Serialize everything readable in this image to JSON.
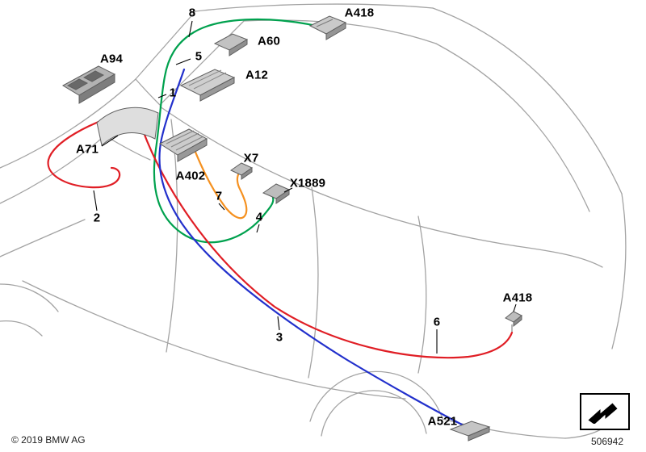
{
  "diagram": {
    "copyright": "© 2019 BMW AG",
    "part_number": "506942",
    "labels": {
      "a418_top": "A418",
      "a60": "A60",
      "a12": "A12",
      "a94": "A94",
      "a71": "A71",
      "a402": "A402",
      "x7": "X7",
      "x1889": "X1889",
      "a418_rear": "A418",
      "a521": "A521"
    },
    "callouts": {
      "c1": "1",
      "c2": "2",
      "c3": "3",
      "c4": "4",
      "c5": "5",
      "c6": "6",
      "c7": "7",
      "c8": "8"
    },
    "wire_colors": {
      "green": "#00a14e",
      "red": "#e01e25",
      "blue": "#2230cc",
      "orange": "#f59120"
    },
    "outline_color": "#a3a3a3"
  }
}
